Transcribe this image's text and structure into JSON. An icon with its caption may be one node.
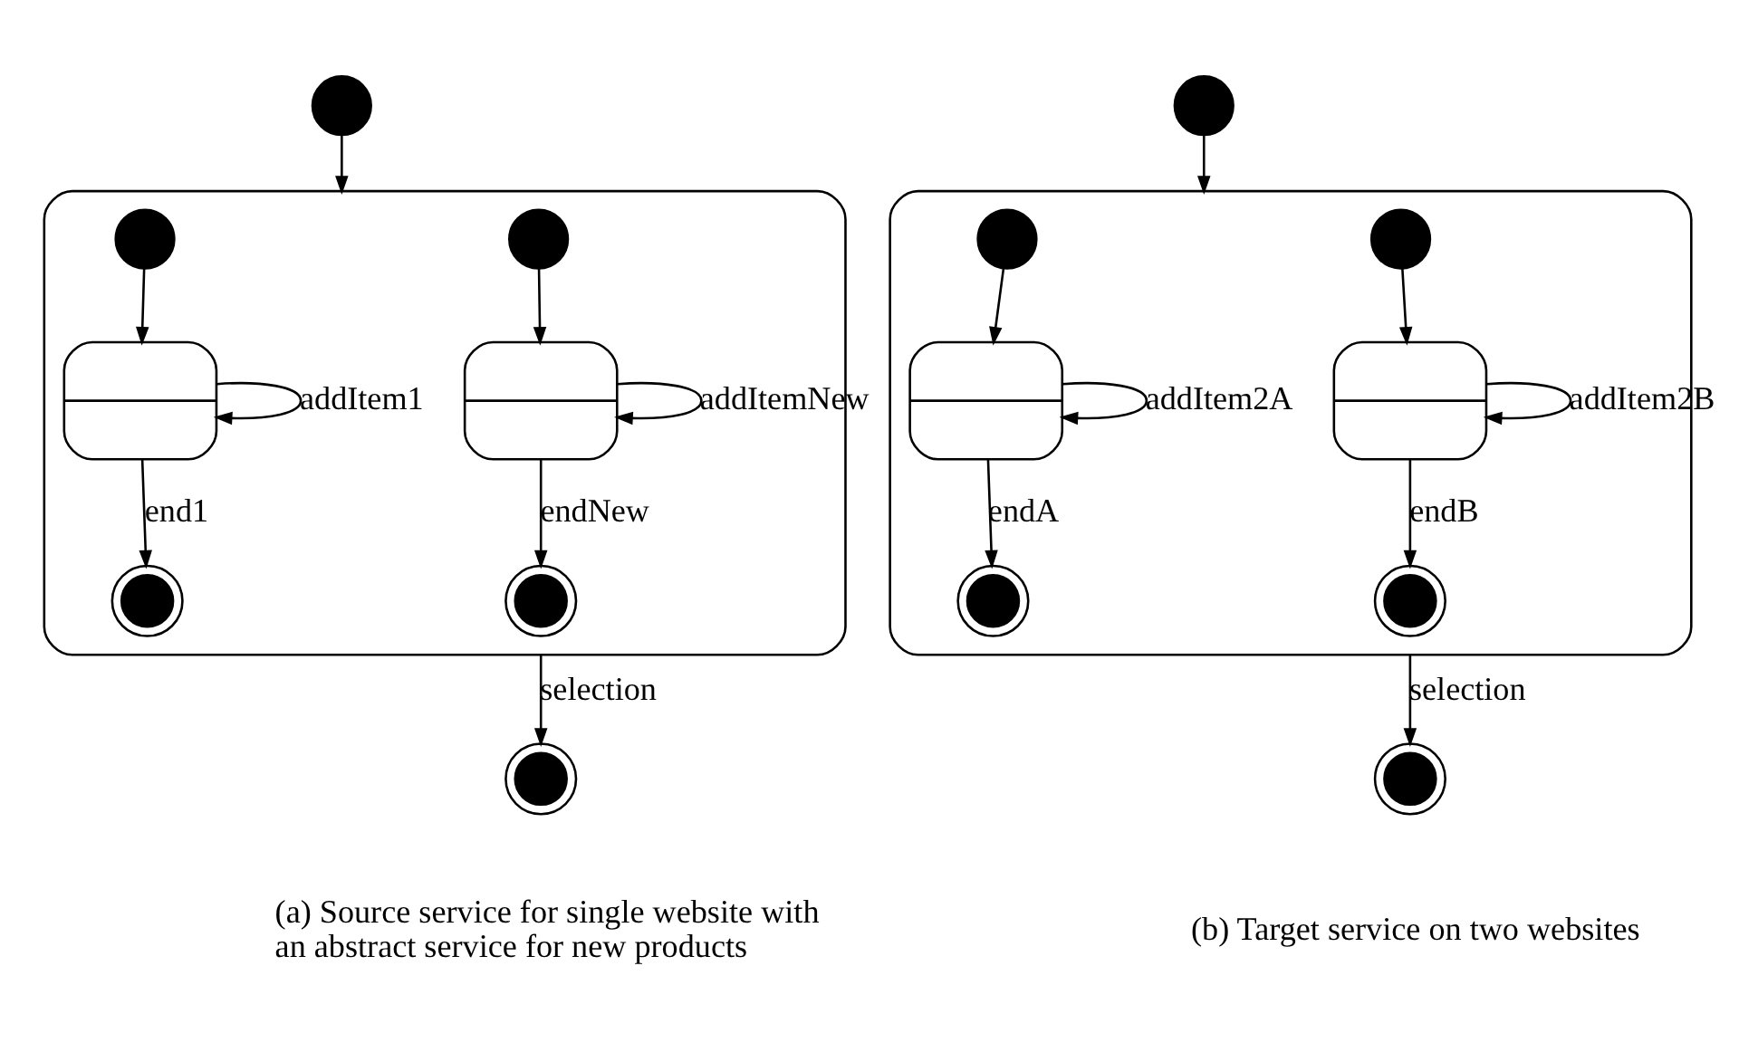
{
  "diagram": {
    "nodes": [
      {
        "text": [],
        "shape": "circle"
      },
      {
        "text": [],
        "shape": "box"
      },
      {
        "text": [],
        "shape": "circle",
        "in": 1
      },
      {
        "text": [],
        "shape": "box",
        "in": 1
      },
      {
        "text": [],
        "shape": "bullseye",
        "in": 1
      },
      {
        "text": [],
        "shape": "circle",
        "in": 1
      },
      {
        "text": [],
        "shape": "box",
        "in": 1
      },
      {
        "text": [],
        "shape": "bullseye",
        "in": 1
      },
      {
        "text": [],
        "shape": "bullseye"
      },
      {
        "text": [],
        "shape": "circle"
      },
      {
        "text": [],
        "shape": "box"
      },
      {
        "text": [],
        "shape": "circle",
        "in": 10
      },
      {
        "text": [],
        "shape": "box",
        "in": 10
      },
      {
        "text": [],
        "shape": "bullseye",
        "in": 10
      },
      {
        "text": [],
        "shape": "circle",
        "in": 10
      },
      {
        "text": [],
        "shape": "box",
        "in": 10
      },
      {
        "text": [],
        "shape": "bullseye",
        "in": 10
      },
      {
        "text": [],
        "shape": "bullseye"
      }
    ],
    "edges": [
      {
        "from": 0,
        "to": 1,
        "arrow": "to"
      },
      {
        "from": 2,
        "to": 3,
        "arrow": "to"
      },
      {
        "from": 3,
        "to": 3,
        "arrow": "to",
        "label": "addItem1"
      },
      {
        "from": 3,
        "to": 4,
        "arrow": "to",
        "label": "end1"
      },
      {
        "from": 5,
        "to": 6,
        "arrow": "to"
      },
      {
        "from": 6,
        "to": 6,
        "arrow": "to",
        "label": "addItemNew"
      },
      {
        "from": 6,
        "to": 7,
        "arrow": "to",
        "label": "endNew"
      },
      {
        "from": 1,
        "to": 8,
        "arrow": "to",
        "label": "selection"
      },
      {
        "from": 9,
        "to": 10,
        "arrow": "to"
      },
      {
        "from": 11,
        "to": 12,
        "arrow": "to"
      },
      {
        "from": 12,
        "to": 12,
        "arrow": "to",
        "label": "addItem2A"
      },
      {
        "from": 12,
        "to": 13,
        "arrow": "to",
        "label": "endA"
      },
      {
        "from": 14,
        "to": 15,
        "arrow": "to"
      },
      {
        "from": 15,
        "to": 15,
        "arrow": "to",
        "label": "addItem2B"
      },
      {
        "from": 15,
        "to": 16,
        "arrow": "to",
        "label": "endB"
      },
      {
        "from": 10,
        "to": 17,
        "arrow": "to",
        "label": "selection"
      }
    ],
    "labels": [
      "(a) Source service for single website with an abstract service for new products",
      "(b) Target service on two websites"
    ]
  }
}
